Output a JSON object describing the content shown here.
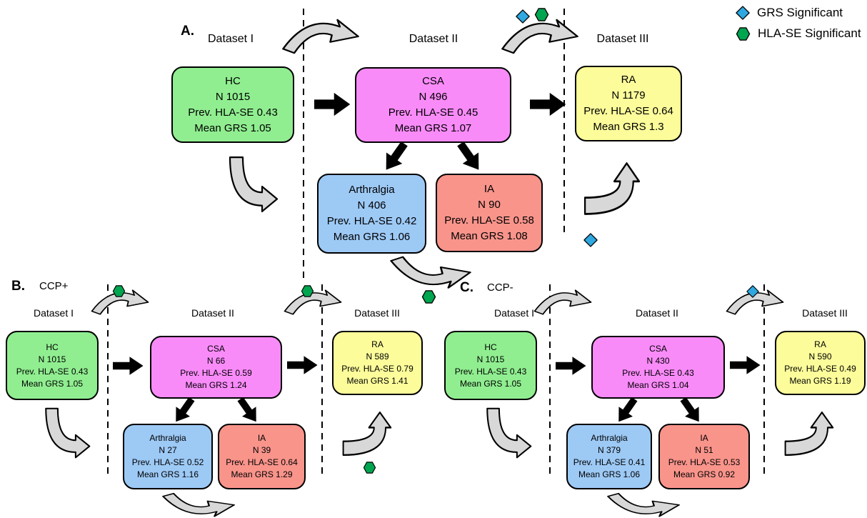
{
  "legend": {
    "items": [
      {
        "icon": "diamond-icon",
        "label": "GRS Significant",
        "color": "#2FA8E1"
      },
      {
        "icon": "hexagon-icon",
        "label": "HLA-SE Significant",
        "color": "#00A550"
      }
    ]
  },
  "panels": [
    {
      "label": "A.",
      "subtitle": "",
      "dataset_labels": [
        "Dataset I",
        "Dataset II",
        "Dataset III"
      ],
      "boxes": {
        "hc": {
          "title": "HC",
          "n": "N 1015",
          "prev": "Prev. HLA-SE 0.43",
          "grs": "Mean GRS 1.05"
        },
        "csa": {
          "title": "CSA",
          "n": "N 496",
          "prev": "Prev. HLA-SE 0.45",
          "grs": "Mean GRS 1.07"
        },
        "ra": {
          "title": "RA",
          "n": "N 1179",
          "prev": "Prev. HLA-SE 0.64",
          "grs": "Mean GRS 1.3"
        },
        "arthralgia": {
          "title": "Arthralgia",
          "n": "N 406",
          "prev": "Prev. HLA-SE 0.42",
          "grs": "Mean GRS 1.06"
        },
        "ia": {
          "title": "IA",
          "n": "N 90",
          "prev": "Prev. HLA-SE 0.58",
          "grs": "Mean GRS 1.08"
        }
      },
      "markers": [
        {
          "icon": "diamond-icon",
          "at": "above dataset II to III arrow"
        },
        {
          "icon": "hexagon-icon",
          "at": "above dataset II to III arrow"
        },
        {
          "icon": "diamond-icon",
          "at": "below RA inflow arrow"
        },
        {
          "icon": "hexagon-icon",
          "at": "below bottom curved arrow"
        }
      ]
    },
    {
      "label": "B.",
      "subtitle": "CCP+",
      "dataset_labels": [
        "Dataset I",
        "Dataset II",
        "Dataset III"
      ],
      "boxes": {
        "hc": {
          "title": "HC",
          "n": "N 1015",
          "prev": "Prev. HLA-SE 0.43",
          "grs": "Mean GRS 1.05"
        },
        "csa": {
          "title": "CSA",
          "n": "N 66",
          "prev": "Prev. HLA-SE 0.59",
          "grs": "Mean GRS 1.24"
        },
        "ra": {
          "title": "RA",
          "n": "N 589",
          "prev": "Prev. HLA-SE 0.79",
          "grs": "Mean GRS 1.41"
        },
        "arthralgia": {
          "title": "Arthralgia",
          "n": "N 27",
          "prev": "Prev. HLA-SE 0.52",
          "grs": "Mean GRS 1.16"
        },
        "ia": {
          "title": "IA",
          "n": "N 39",
          "prev": "Prev. HLA-SE 0.64",
          "grs": "Mean GRS 1.29"
        }
      },
      "markers": [
        {
          "icon": "hexagon-icon",
          "at": "above dataset I to II arrow"
        },
        {
          "icon": "hexagon-icon",
          "at": "above dataset II to III arrow"
        },
        {
          "icon": "hexagon-icon",
          "at": "below RA inflow arrow"
        }
      ]
    },
    {
      "label": "C.",
      "subtitle": "CCP-",
      "dataset_labels": [
        "Dataset I",
        "Dataset II",
        "Dataset III"
      ],
      "boxes": {
        "hc": {
          "title": "HC",
          "n": "N 1015",
          "prev": "Prev. HLA-SE 0.43",
          "grs": "Mean GRS 1.05"
        },
        "csa": {
          "title": "CSA",
          "n": "N 430",
          "prev": "Prev. HLA-SE 0.43",
          "grs": "Mean GRS 1.04"
        },
        "ra": {
          "title": "RA",
          "n": "N 590",
          "prev": "Prev. HLA-SE 0.49",
          "grs": "Mean GRS 1.19"
        },
        "arthralgia": {
          "title": "Arthralgia",
          "n": "N 379",
          "prev": "Prev. HLA-SE 0.41",
          "grs": "Mean GRS 1.06"
        },
        "ia": {
          "title": "IA",
          "n": "N 51",
          "prev": "Prev. HLA-SE 0.53",
          "grs": "Mean GRS 0.92"
        }
      },
      "markers": [
        {
          "icon": "diamond-icon",
          "at": "above dataset II to III arrow"
        }
      ]
    }
  ],
  "colors": {
    "hc": "#90EE90",
    "csa": "#F98BF9",
    "ra": "#FCFC9B",
    "arthralgia": "#9DC9F5",
    "ia": "#F9948B",
    "arrow_gray": "#D8D8D8",
    "diamond": "#2FA8E1",
    "hexagon": "#00A550"
  }
}
